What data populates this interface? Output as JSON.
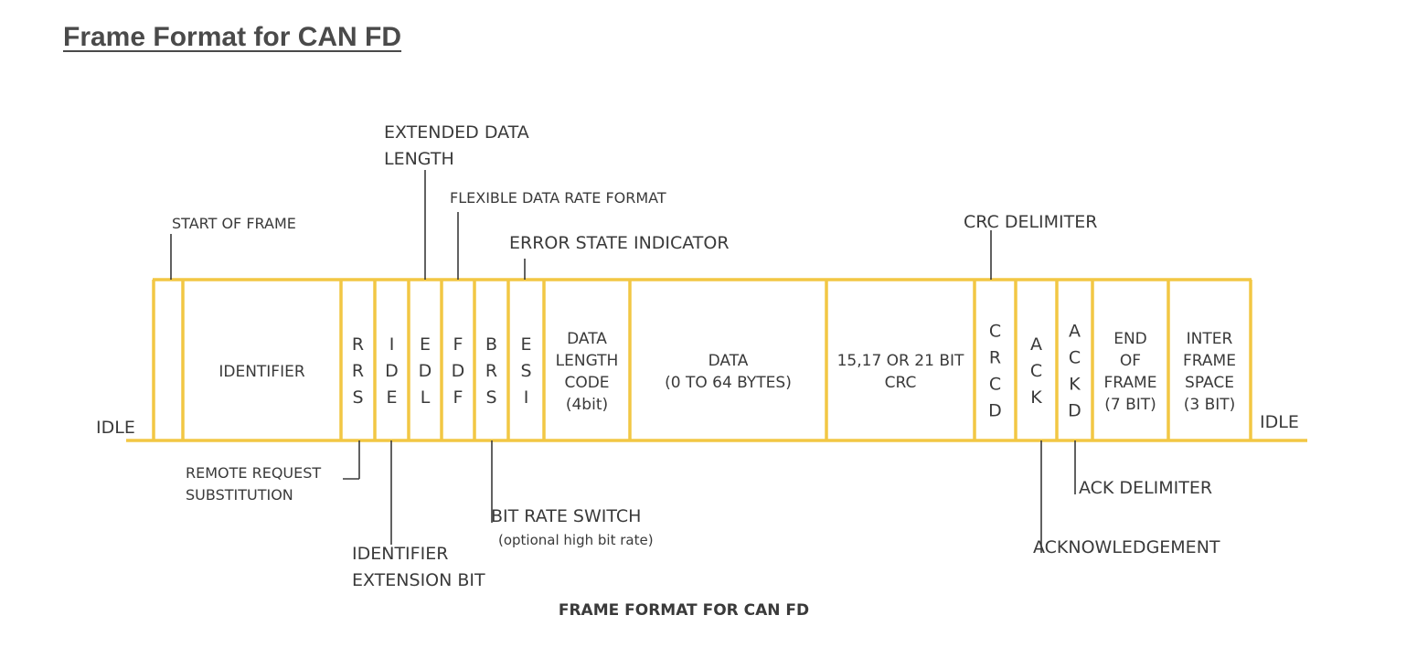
{
  "page_title": "Frame Format for CAN FD",
  "colors": {
    "frame": "#f2c744",
    "text": "#3a3a3a",
    "leader": "#3a3a3a"
  },
  "idle_left": "IDLE",
  "idle_right": "IDLE",
  "fields": [
    {
      "id": "sof",
      "lines": []
    },
    {
      "id": "identifier",
      "lines": [
        "IDENTIFIER"
      ]
    },
    {
      "id": "rrs",
      "lines": [
        "R",
        "R",
        "S"
      ]
    },
    {
      "id": "ide",
      "lines": [
        "I",
        "D",
        "E"
      ]
    },
    {
      "id": "edl",
      "lines": [
        "E",
        "D",
        "L"
      ]
    },
    {
      "id": "fdf",
      "lines": [
        "F",
        "D",
        "F"
      ]
    },
    {
      "id": "brs",
      "lines": [
        "B",
        "R",
        "S"
      ]
    },
    {
      "id": "esi",
      "lines": [
        "E",
        "S",
        "I"
      ]
    },
    {
      "id": "dlc",
      "lines": [
        "DATA",
        "LENGTH",
        "CODE",
        "(4bit)"
      ]
    },
    {
      "id": "data",
      "lines": [
        "DATA",
        "(0 TO 64 BYTES)"
      ]
    },
    {
      "id": "crc",
      "lines": [
        "15,17 OR 21 BIT",
        "CRC"
      ]
    },
    {
      "id": "crcd",
      "lines": [
        "C",
        "R",
        "C",
        "D"
      ]
    },
    {
      "id": "ack",
      "lines": [
        "A",
        "C",
        "K"
      ]
    },
    {
      "id": "ackd",
      "lines": [
        "A",
        "C",
        "K",
        "D"
      ]
    },
    {
      "id": "eof",
      "lines": [
        "END",
        "OF",
        "FRAME",
        "(7 BIT)"
      ]
    },
    {
      "id": "ifs",
      "lines": [
        "INTER",
        "FRAME",
        "SPACE",
        "(3 BIT)"
      ]
    }
  ],
  "annotations_top": [
    {
      "id": "start-of-frame",
      "lines": [
        "START OF FRAME"
      ]
    },
    {
      "id": "extended-data-length",
      "lines": [
        "EXTENDED DATA",
        "LENGTH"
      ]
    },
    {
      "id": "flexible-data-rate-format",
      "lines": [
        "FLEXIBLE DATA RATE FORMAT"
      ]
    },
    {
      "id": "error-state-indicator",
      "lines": [
        "ERROR STATE INDICATOR"
      ]
    },
    {
      "id": "crc-delimiter",
      "lines": [
        "CRC DELIMITER"
      ]
    }
  ],
  "annotations_bottom": [
    {
      "id": "remote-request-substitution",
      "lines": [
        "REMOTE REQUEST",
        "SUBSTITUTION"
      ]
    },
    {
      "id": "identifier-extension-bit",
      "lines": [
        "IDENTIFIER",
        "EXTENSION BIT"
      ]
    },
    {
      "id": "bit-rate-switch",
      "lines": [
        "BIT RATE SWITCH"
      ],
      "note": "(optional high bit rate)"
    },
    {
      "id": "ack-delimiter",
      "lines": [
        "ACK DELIMITER"
      ]
    },
    {
      "id": "acknowledgement",
      "lines": [
        "ACKNOWLEDGEMENT"
      ]
    }
  ],
  "caption": "FRAME FORMAT FOR CAN FD"
}
